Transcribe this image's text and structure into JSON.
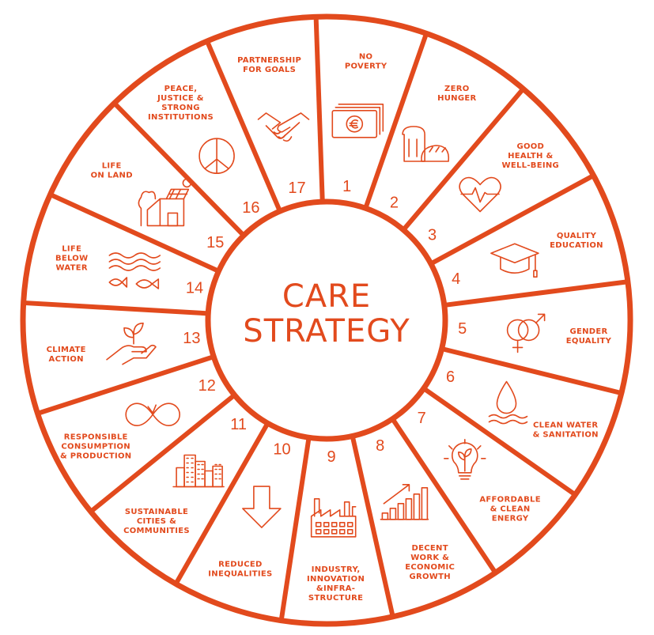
{
  "accent_color": "#E24A1D",
  "center": {
    "line1": "CARE",
    "line2": "STRATEGY"
  },
  "segments": [
    {
      "number": "1",
      "label": [
        "NO",
        "POVERTY"
      ],
      "icon": "money-icon"
    },
    {
      "number": "2",
      "label": [
        "ZERO",
        "HUNGER"
      ],
      "icon": "bread-icon"
    },
    {
      "number": "3",
      "label": [
        "GOOD",
        "HEALTH &",
        "WELL-BEING"
      ],
      "icon": "heartbeat-icon"
    },
    {
      "number": "4",
      "label": [
        "QUALITY",
        "EDUCATION"
      ],
      "icon": "graduation-cap-icon"
    },
    {
      "number": "5",
      "label": [
        "GENDER",
        "EQUALITY"
      ],
      "icon": "gender-symbols-icon"
    },
    {
      "number": "6",
      "label": [
        "CLEAN WATER",
        "& SANITATION"
      ],
      "icon": "water-drop-icon"
    },
    {
      "number": "7",
      "label": [
        "AFFORDABLE",
        "& CLEAN",
        "ENERGY"
      ],
      "icon": "lightbulb-plant-icon"
    },
    {
      "number": "8",
      "label": [
        "DECENT",
        "WORK &",
        "ECONOMIC",
        "GROWTH"
      ],
      "icon": "growth-chart-icon"
    },
    {
      "number": "9",
      "label": [
        "INDUSTRY,",
        "INNOVATION",
        "&INFRA-",
        "STRUCTURE"
      ],
      "icon": "factory-icon"
    },
    {
      "number": "10",
      "label": [
        "REDUCED",
        "INEQUALITIES"
      ],
      "icon": "down-arrow-icon"
    },
    {
      "number": "11",
      "label": [
        "SUSTAINABLE",
        "CITIES &",
        "COMMUNITIES"
      ],
      "icon": "city-buildings-icon"
    },
    {
      "number": "12",
      "label": [
        "RESPONSIBLE",
        "CONSUMPTION",
        "& PRODUCTION"
      ],
      "icon": "infinity-loop-icon"
    },
    {
      "number": "13",
      "label": [
        "CLIMATE",
        "ACTION"
      ],
      "icon": "hand-plant-icon"
    },
    {
      "number": "14",
      "label": [
        "LIFE",
        "BELOW",
        "WATER"
      ],
      "icon": "fish-waves-icon"
    },
    {
      "number": "15",
      "label": [
        "LIFE",
        "ON LAND"
      ],
      "icon": "house-tree-icon"
    },
    {
      "number": "16",
      "label": [
        "PEACE,",
        "JUSTICE &",
        "STRONG",
        "INSTITUTIONS"
      ],
      "icon": "peace-icon"
    },
    {
      "number": "17",
      "label": [
        "PARTNERSHIP",
        "FOR GOALS"
      ],
      "icon": "handshake-icon"
    }
  ]
}
